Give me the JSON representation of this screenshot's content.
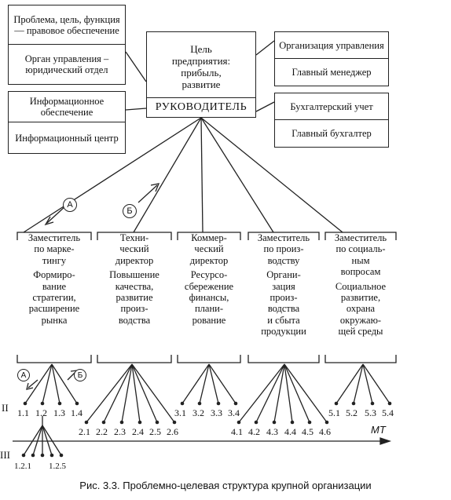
{
  "left_boxes": [
    {
      "top": "Проблема, цель, функция — правовое обеспечение",
      "bottom": "Орган управления – юридический отдел"
    },
    {
      "top": "Информационное обеспечение",
      "bottom": "Информационный центр"
    }
  ],
  "right_boxes": [
    {
      "top": "Организация управления",
      "bottom": "Главный менеджер"
    },
    {
      "top": "Бухгалтерский учет",
      "bottom": "Главный бухгалтер"
    }
  ],
  "central": {
    "goal": "Цель\nпредприятия:\nприбыль,\nразвитие",
    "head": "РУКОВОДИТЕЛЬ"
  },
  "columns": [
    {
      "title": "Заместитель\nпо марке-\nтингу",
      "function": "Формиро-\nвание\nстратегии,\nрасширение\nрынка"
    },
    {
      "title": "Техни-\nческий\nдиректор",
      "function": "Повышение\nкачества,\nразвитие\nпроиз-\nводства"
    },
    {
      "title": "Коммер-\nческий\nдиректор",
      "function": "Ресурсо-\nсбережение\nфинансы,\nплани-\nрование"
    },
    {
      "title": "Заместитель\nпо произ-\nводству",
      "function": "Органи-\nзация\nпроиз-\nводства\nи сбыта\nпродукции"
    },
    {
      "title": "Заместитель\nпо социаль-\nным\nвопросам",
      "function": "Социальное\nразвитие,\nохрана\nокружаю-\nщей среды"
    }
  ],
  "circles": [
    "А",
    "Б",
    "А",
    "Б"
  ],
  "level_labels": [
    "II",
    "III"
  ],
  "level2": {
    "g1": [
      "1.1",
      "1.2",
      "1.3",
      "1.4"
    ],
    "g2": [
      "2.1",
      "2.2",
      "2.3",
      "2.4",
      "2.5",
      "2.6"
    ],
    "g3": [
      "3.1",
      "3.2",
      "3.3",
      "3.4"
    ],
    "g4": [
      "4.1",
      "4.2",
      "4.3",
      "4.4",
      "4.5",
      "4.6"
    ],
    "g5": [
      "5.1",
      "5.2",
      "5.3",
      "5.4"
    ]
  },
  "level3": [
    "1.2.1",
    "1.2.5"
  ],
  "axis_label": "МТ",
  "caption": "Рис. 3.3. Проблемно-целевая структура крупной организации"
}
